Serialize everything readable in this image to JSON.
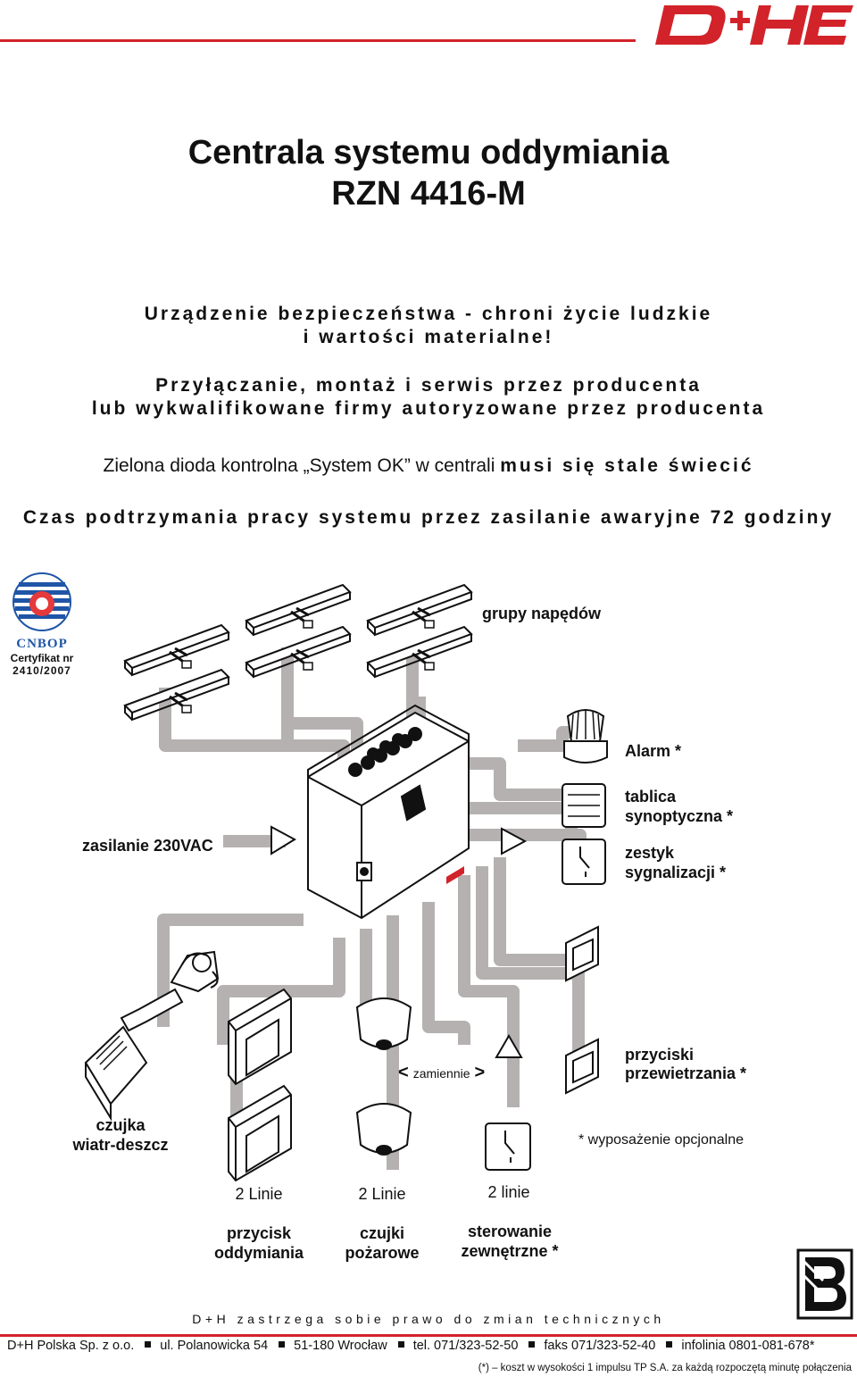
{
  "brand": {
    "logo_text": "D+H"
  },
  "title": {
    "line1": "Centrala systemu oddymiania",
    "line2": "RZN 4416-M"
  },
  "safety": {
    "line1": "Urządzenie bezpieczeństwa - chroni życie ludzkie",
    "line2": "i wartości materialne!"
  },
  "service": {
    "line1": "Przyłączanie, montaż i serwis przez producenta",
    "line2": "lub wykwalifikowane firmy autoryzowane przez producenta"
  },
  "diode": {
    "normal": "Zielona dioda kontrolna „System OK” w centrali ",
    "bold": "musi się stale świecić"
  },
  "backup": "Czas podtrzymania pracy systemu przez zasilanie awaryjne 72 godziny",
  "cert": {
    "org": "CNBOP",
    "line1": "Certyfikat nr",
    "line2": "2410/2007"
  },
  "labels": {
    "drives": "grupy napędów",
    "alarm": "Alarm *",
    "synoptic1": "tablica",
    "synoptic2": "synoptyczna *",
    "signal1": "zestyk",
    "signal2": "sygnalizacji *",
    "power": "zasilanie 230VAC",
    "interchange_left": "<",
    "interchange": "zamiennie",
    "interchange_right": ">",
    "vent1": "przyciski",
    "vent2": "przewietrzania *",
    "weather1": "czujka",
    "weather2": "wiatr-deszcz",
    "optional": "*   wyposażenie opcjonalne",
    "lines_button": "2 Linie",
    "lines_detector": "2 Linie",
    "lines_external": "2 linie",
    "button1": "przycisk",
    "button2": "oddymiania",
    "detector1": "czujki",
    "detector2": "pożarowe",
    "external1": "sterowanie",
    "external2": "zewnętrzne *"
  },
  "reserve": "D+H zastrzega sobie prawo do zmian technicznych",
  "footer": {
    "company": "D+H Polska Sp. z o.o.",
    "street": "ul. Polanowicka 54",
    "city": "51-180 Wrocław",
    "tel": "tel. 071/323-52-50",
    "fax": "faks 071/323-52-40",
    "info": "infolinia 0801-081-678*"
  },
  "note": "(*) – koszt w wysokości 1 impulsu TP S.A. za każdą rozpoczętą minutę połączenia",
  "colors": {
    "accent": "#d2232a",
    "cable": "#b5b1b1"
  }
}
